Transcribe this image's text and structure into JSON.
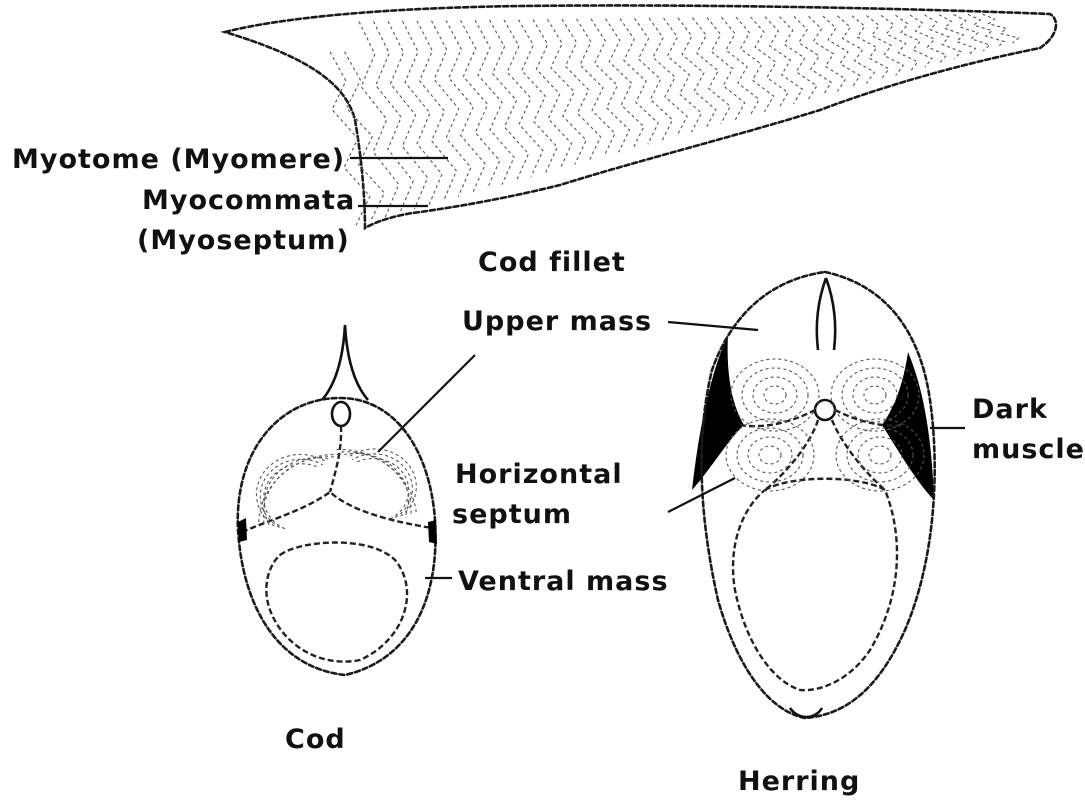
{
  "cod_fillet": {
    "title": "Cod fillet",
    "myotome_label": "Myotome (Myomere)",
    "myocommata_label_line1": "Myocommata",
    "myocommata_label_line2": "(Myoseptum)"
  },
  "cross_sections": {
    "cod_title": "Cod",
    "herring_title": "Herring",
    "upper_mass_label": "Upper mass",
    "horizontal_septum_line1": "Horizontal",
    "horizontal_septum_line2": "septum",
    "ventral_mass_label": "Ventral mass",
    "dark_muscle_line1": "Dark",
    "dark_muscle_line2": "muscle"
  },
  "colors": {
    "ink": "#111111",
    "dark_muscle": "#000000",
    "background": "#ffffff"
  }
}
